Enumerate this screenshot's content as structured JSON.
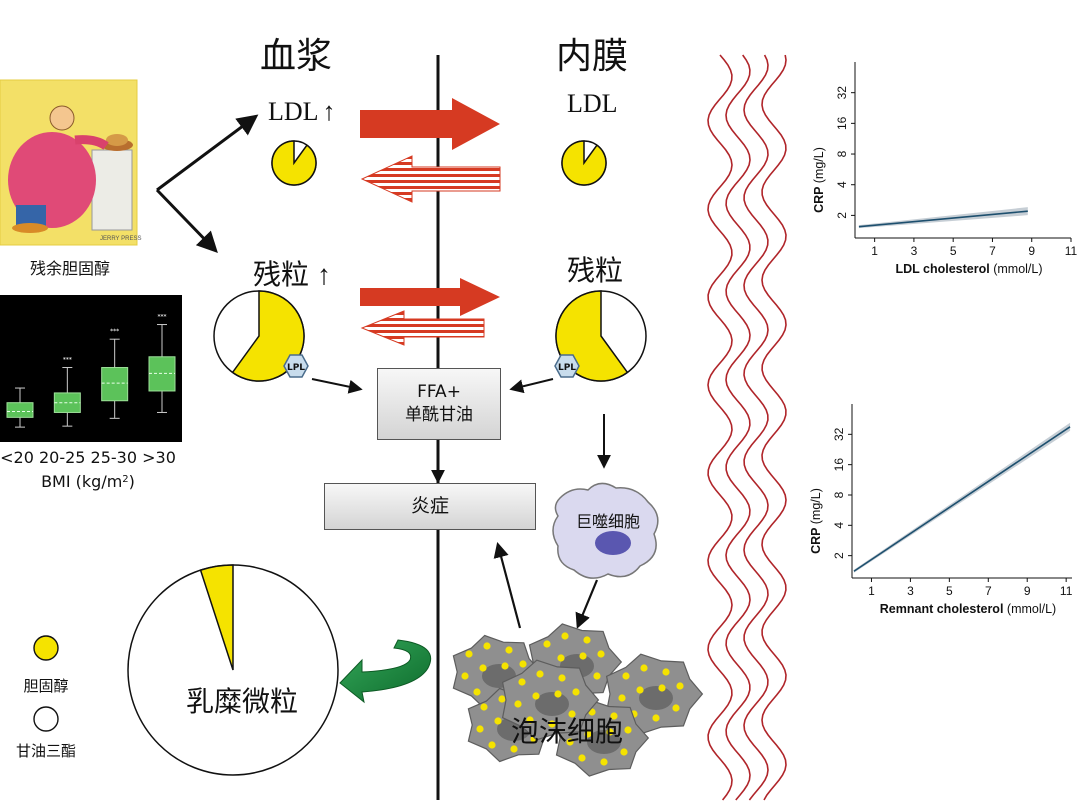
{
  "headers": {
    "plasma": "血浆",
    "intima": "内膜"
  },
  "plasma_side": {
    "ldl_label": "LDL",
    "ldl_up": "↑",
    "remnant_label": "残粒",
    "remnant_up": "↑"
  },
  "intima_side": {
    "ldl_label": "LDL",
    "remnant_label": "残粒"
  },
  "enzyme_badge": "LPL",
  "boxes": {
    "ffa_line1": "FFA+",
    "ffa_line2": "单酰甘油",
    "inflammation": "炎症"
  },
  "cells": {
    "macrophage": "巨噬细胞",
    "foam_cells": "泡沫细胞"
  },
  "chylomicron": {
    "label": "乳糜微粒",
    "cholesterol_fraction": 0.05
  },
  "pies": {
    "ldl_cholesterol_fraction": 0.9,
    "remnant_cholesterol_fraction": 0.6
  },
  "illustration_caption": "残余胆固醇",
  "legend": {
    "cholesterol": "胆固醇",
    "triglyceride": "甘油三酯"
  },
  "colors": {
    "cholesterol": "#f5e300",
    "red_arrow": "#d63a22",
    "green_arrow": "#1f8a3c",
    "box_green": "#5cc25a",
    "cell_grey": "#8f8f8f",
    "macrophage": "#d9d8ee",
    "nucleus": "#5a57b0"
  },
  "bmi_chart": {
    "xlabel_text": "BMI (kg/m",
    "xlabel_sup": "2",
    "xlabel_close": ")",
    "categories": [
      "<20",
      "20-25",
      "25-30",
      ">30"
    ],
    "significance": [
      "",
      "***",
      "***",
      "***"
    ],
    "chart_data": {
      "type": "box",
      "categories": [
        "<20",
        "20-25",
        "25-30",
        ">30"
      ],
      "boxes": [
        {
          "whisker_low": 0.5,
          "q1": 1.5,
          "median": 2.1,
          "q3": 3.0,
          "whisker_high": 4.5
        },
        {
          "whisker_low": 0.6,
          "q1": 2.0,
          "median": 3.0,
          "q3": 4.0,
          "whisker_high": 6.6
        },
        {
          "whisker_low": 1.4,
          "q1": 3.2,
          "median": 5.0,
          "q3": 6.6,
          "whisker_high": 9.5
        },
        {
          "whisker_low": 2.0,
          "q1": 4.2,
          "median": 6.0,
          "q3": 7.7,
          "whisker_high": 11.0
        }
      ],
      "ylim": [
        0,
        13
      ]
    }
  },
  "chart_data": [
    {
      "type": "line",
      "xlabel_bold": "LDL cholesterol",
      "xlabel_unit": "(mmol/L)",
      "ylabel_bold": "CRP",
      "ylabel_unit": "(mg/L)",
      "x_ticks": [
        1,
        3,
        5,
        7,
        9,
        11
      ],
      "y_ticks": [
        2,
        4,
        8,
        16,
        32
      ],
      "y_scale": "log2",
      "xlim": [
        0,
        11
      ],
      "ylim": [
        1.2,
        64
      ],
      "series": [
        {
          "x": [
            0.2,
            8.8
          ],
          "y": [
            1.55,
            2.2
          ]
        }
      ]
    },
    {
      "type": "line",
      "xlabel_bold": "Remnant cholesterol",
      "xlabel_unit": "(mmol/L)",
      "ylabel_bold": "CRP",
      "ylabel_unit": "(mg/L)",
      "x_ticks": [
        1,
        3,
        5,
        7,
        9,
        11
      ],
      "y_ticks": [
        2,
        4,
        8,
        16,
        32
      ],
      "y_scale": "log2",
      "xlim": [
        0,
        11.3
      ],
      "ylim": [
        1.2,
        64
      ],
      "series": [
        {
          "x": [
            0.1,
            11.2
          ],
          "y": [
            1.4,
            38
          ]
        }
      ]
    }
  ]
}
